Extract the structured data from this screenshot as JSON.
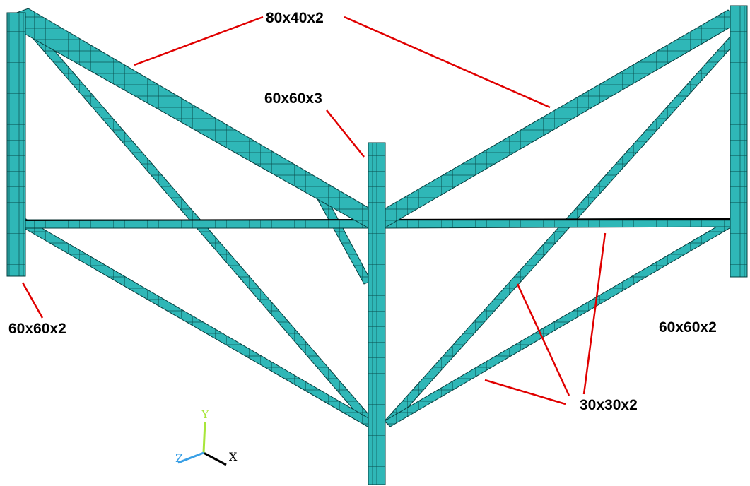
{
  "labels": {
    "top_beams": "80x40x2",
    "center_post": "60x60x3",
    "left_post": "60x60x2",
    "right_post": "60x60x2",
    "braces": "30x30x2"
  },
  "triad": {
    "x": "X",
    "y": "Y",
    "z": "Z"
  },
  "colors": {
    "member_fill": "#2fb7b7",
    "member_edge": "#063c3c",
    "leader": "#e00000",
    "axis_x": "#000000",
    "axis_y": "#a8e63a",
    "axis_z": "#3aa0e6"
  }
}
